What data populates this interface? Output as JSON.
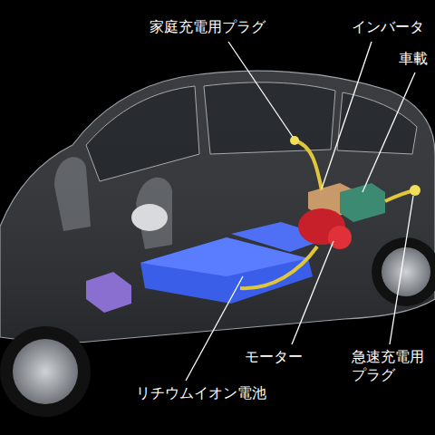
{
  "diagram": {
    "labels": [
      "家庭充電用プラグ",
      "インバータ",
      "車載",
      "モーター",
      "急速充電用 プラグ",
      "リチウムイオン電池"
    ]
  }
}
